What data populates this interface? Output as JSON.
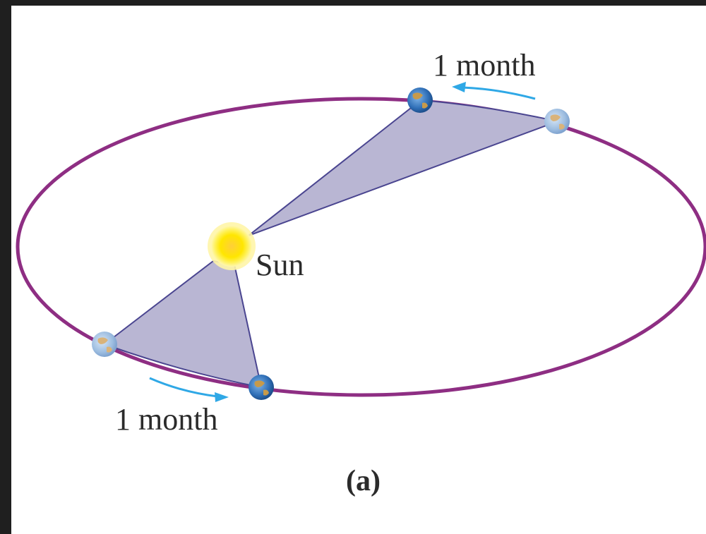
{
  "labels": {
    "top_interval": "1 month",
    "bottom_interval": "1 month",
    "star": "Sun",
    "panel": "(a)"
  },
  "icons": {
    "star": "sun-icon",
    "planet": "earth-icon",
    "arrow": "motion-arrow-icon"
  },
  "colors": {
    "orbit": "#8e2e83",
    "swept_area_fill": "#b9b6d3",
    "swept_area_edge": "#4a4590",
    "arrow": "#2fa8e6",
    "sun_core": "#ffe100",
    "sun_glow": "#fff38a"
  }
}
